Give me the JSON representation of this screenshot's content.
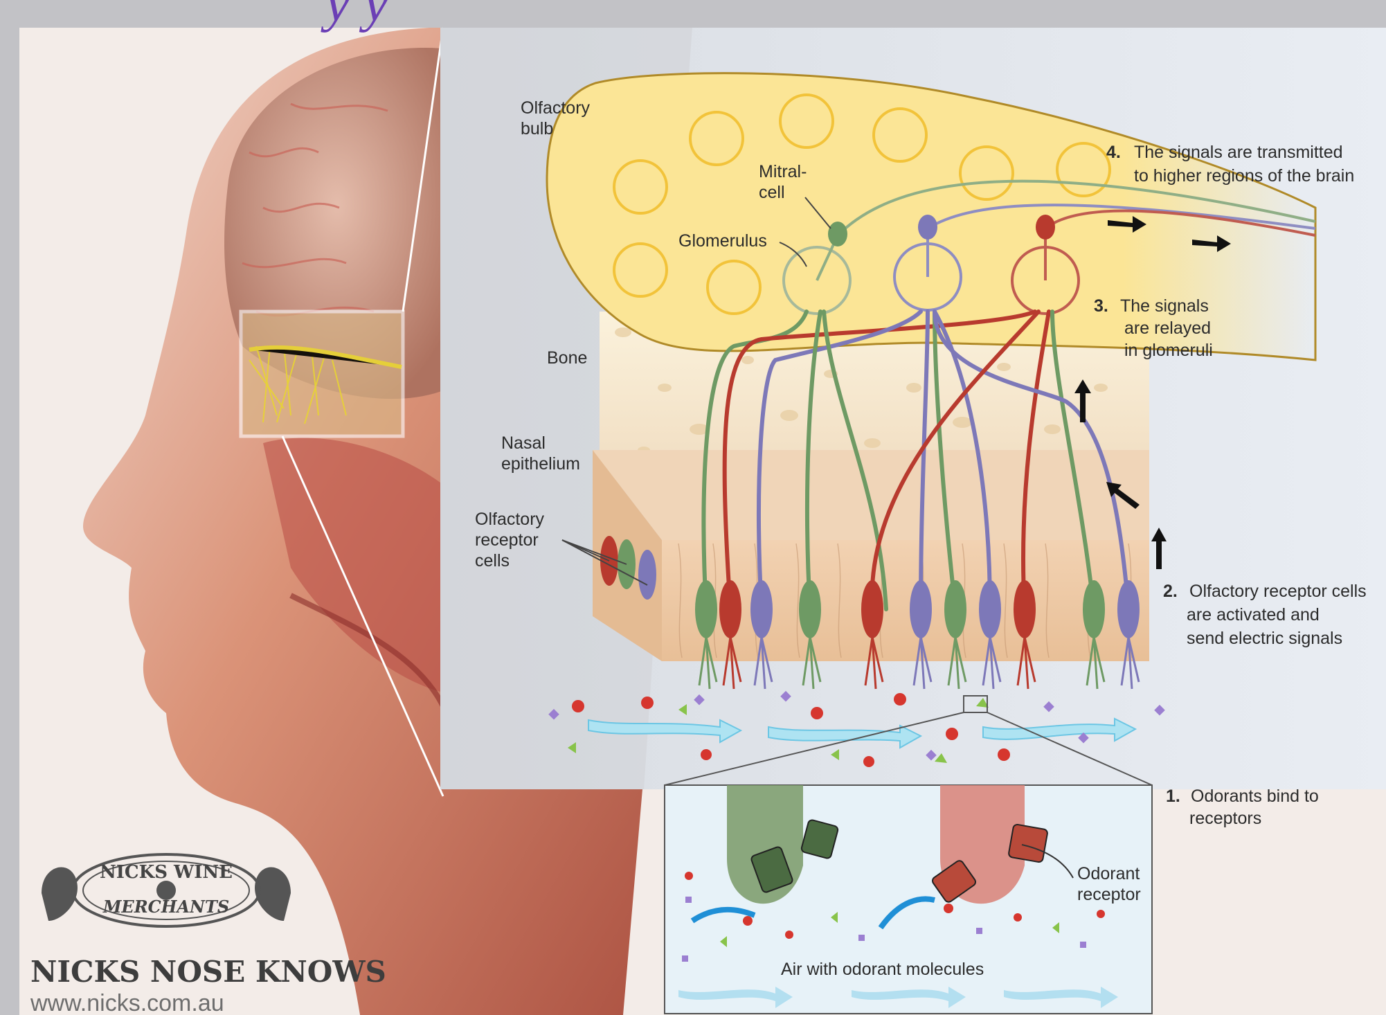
{
  "title_fragment": "y  y",
  "labels": {
    "olfactory_bulb": [
      "Olfactory",
      "bulb"
    ],
    "mitral_cell": [
      "Mitral-",
      "cell"
    ],
    "glomerulus": "Glomerulus",
    "bone": "Bone",
    "nasal_epithelium": [
      "Nasal",
      "epithelium"
    ],
    "olfactory_receptor_cells": [
      "Olfactory",
      "receptor",
      "cells"
    ],
    "odorant_receptor": [
      "Odorant",
      "receptor"
    ],
    "air_with_odorant": "Air with odorant molecules"
  },
  "steps": [
    {
      "number": "4.",
      "lines": [
        "The signals are transmitted",
        "to higher regions of the brain"
      ]
    },
    {
      "number": "3.",
      "lines": [
        "The signals",
        "are relayed",
        "in glomeruli"
      ]
    },
    {
      "number": "2.",
      "lines": [
        "Olfactory receptor cells",
        "are activated and",
        "send electric signals"
      ]
    },
    {
      "number": "1.",
      "lines": [
        "Odorants bind to",
        "receptors"
      ]
    }
  ],
  "logo": {
    "arc_top": "NICKS WINE",
    "arc_bottom": "MERCHANTS",
    "tagline": "NICKS NOSE KNOWS",
    "url": "www.nicks.com.au"
  },
  "colors": {
    "bulb_fill": "#fbe596",
    "neuron_red": "#b83a2e",
    "neuron_green": "#6e9a64",
    "neuron_purple": "#7d78b8",
    "frame_bg": "#c2c2c6"
  }
}
